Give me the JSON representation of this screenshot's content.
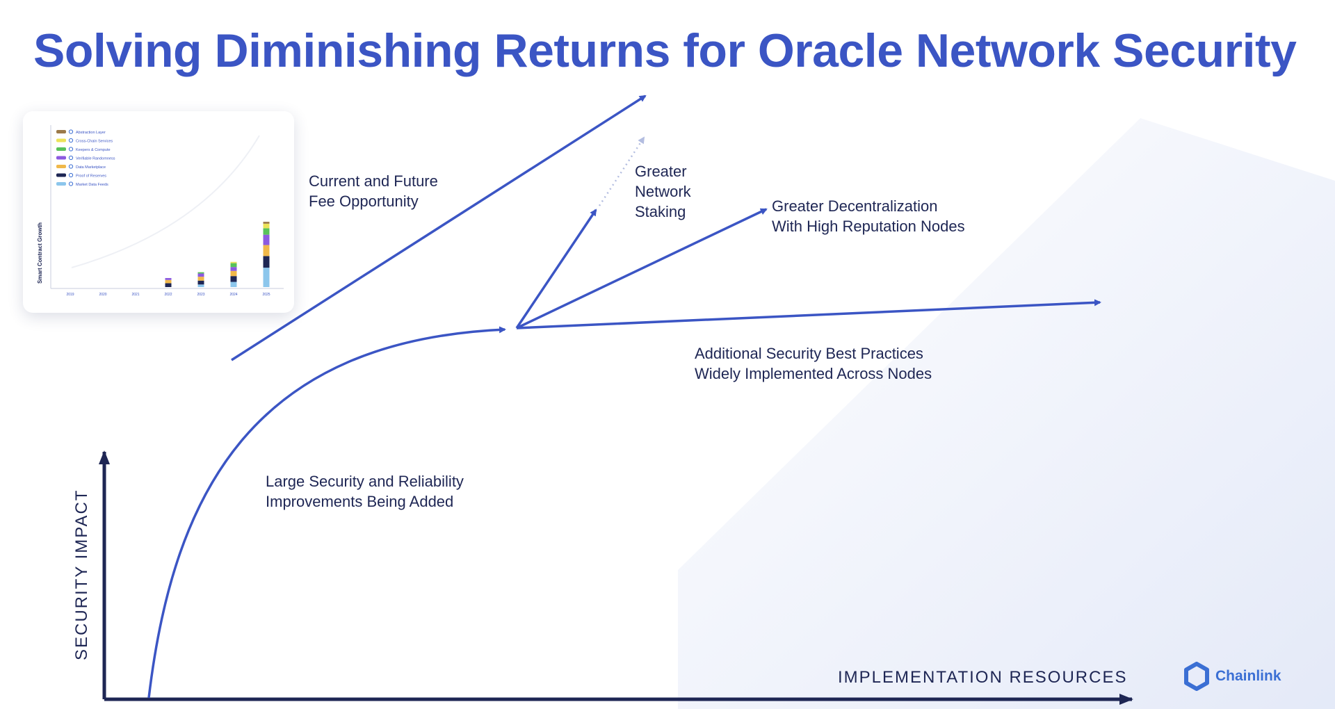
{
  "title": "Solving Diminishing Returns for Oracle Network Security",
  "axes": {
    "y_label": "SECURITY IMPACT",
    "x_label": "IMPLEMENTATION RESOURCES"
  },
  "labels": {
    "fee_opportunity": [
      "Current and Future",
      "Fee Opportunity"
    ],
    "staking": [
      "Greater",
      "Network",
      "Staking"
    ],
    "decentralization": [
      "Greater Decentralization",
      "With High Reputation Nodes"
    ],
    "best_practices": [
      "Additional Security Best Practices",
      "Widely Implemented Across Nodes"
    ],
    "improvements": [
      "Large Security and Reliability",
      "Improvements Being Added"
    ]
  },
  "inset_chart": {
    "y_label": "Smart Contract Growth",
    "legend": [
      "Abstraction Layer",
      "Cross-Chain Services",
      "Keepers & Compute",
      "Verifiable Randomness",
      "Data Marketplace",
      "Proof of Reserves",
      "Market Data Feeds"
    ],
    "legend_colors": [
      "#9c7a4a",
      "#ece35a",
      "#58c25a",
      "#8c5ae0",
      "#f0b84a",
      "#1e2654",
      "#8cc6ec"
    ],
    "categories": [
      "2019",
      "2020",
      "2021",
      "2022",
      "2023",
      "2024",
      "2025"
    ],
    "stacks": [
      [
        0,
        0,
        0,
        0,
        0,
        0,
        3
      ],
      [
        0,
        0,
        0,
        0,
        0,
        2,
        7
      ],
      [
        0,
        0,
        0,
        0,
        2,
        6,
        10
      ],
      [
        0,
        0,
        0,
        3,
        5,
        6,
        16
      ],
      [
        0,
        0,
        0,
        5,
        6,
        8,
        17
      ],
      [
        0,
        0,
        0,
        6,
        6,
        9,
        18
      ],
      [
        0,
        0,
        0,
        0,
        4,
        8,
        30
      ]
    ],
    "stack_order_bottom_to_top": [
      "Market Data Feeds",
      "Proof of Reserves",
      "Data Marketplace",
      "Verifiable Randomness",
      "Keepers & Compute",
      "Cross-Chain Services",
      "Abstraction Layer"
    ],
    "bar_totals": [
      3,
      9,
      16,
      49,
      68,
      113,
      219
    ]
  },
  "colors": {
    "title": "#3b55c4",
    "arrow": "#3b55c4",
    "axis": "#1e2654",
    "text": "#1e2654",
    "logo": "#3b6fd4"
  },
  "logo": {
    "text": "Chainlink",
    "icon": "chainlink-hexagon-icon"
  }
}
